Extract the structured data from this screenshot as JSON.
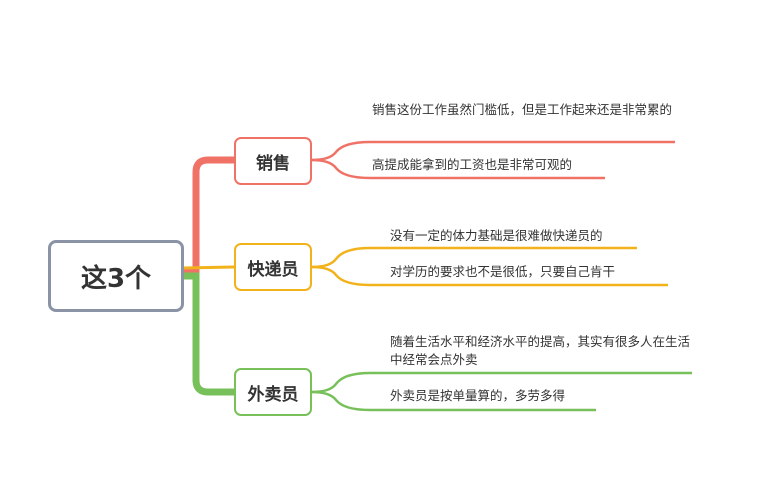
{
  "root": {
    "label": "这3个"
  },
  "colors": {
    "root_border": "#8a94a6",
    "sales": "#f07266",
    "courier": "#f2b21b",
    "delivery": "#77c05a"
  },
  "branches": [
    {
      "label": "销售",
      "leaves": [
        "销售这份工作虽然门槛低，但是工作起来还是非常累的",
        "高提成能拿到的工资也是非常可观的"
      ]
    },
    {
      "label": "快递员",
      "leaves": [
        "没有一定的体力基础是很难做快递员的",
        "对学历的要求也不是很低，只要自己肯干"
      ]
    },
    {
      "label": "外卖员",
      "leaves": [
        "随着生活水平和经济水平的提高，其实有很多人在生活中经常会点外卖",
        "外卖员是按单量算的，多劳多得"
      ]
    }
  ]
}
